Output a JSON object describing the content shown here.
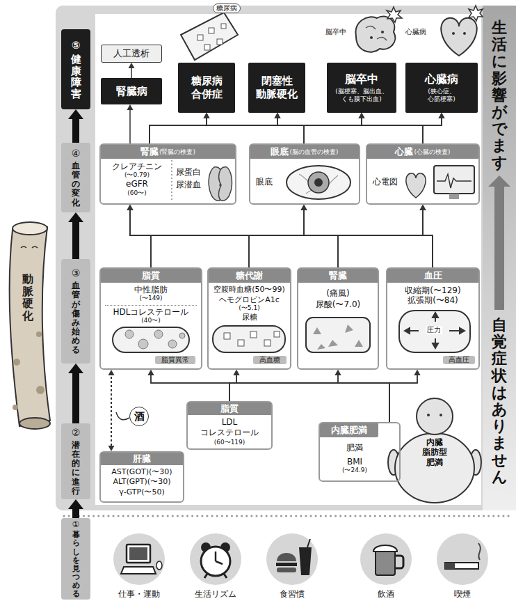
{
  "diagram": {
    "nodes": [
      {
        "text": [
          "⑤",
          "健康障害"
        ]
      },
      {
        "text": [
          "④",
          "血管の変化"
        ]
      },
      {
        "text": [
          "③",
          "血管が傷み始める"
        ]
      },
      {
        "text": [
          "②",
          "潜在的に進行"
        ]
      },
      {
        "text": [
          "①",
          "暮らしを見つめる"
        ]
      },
      {
        "text": [
          "人工透析"
        ]
      },
      {
        "text": [
          "腎臓病"
        ]
      },
      {
        "text": [
          "糖尿病 合併症"
        ]
      },
      {
        "text": [
          "閉塞性 動脈硬化"
        ]
      },
      {
        "text": [
          "脳卒中",
          "(脳梗塞、脳出血、 くも膜下出血)"
        ]
      },
      {
        "text": [
          "心臓病",
          "(狭心症、 心筋梗塞)"
        ]
      },
      {
        "text": [
          "腎臓",
          "(腎臓の検査)",
          "クレアチニン",
          "(〜0.79)",
          "eGFR",
          "(60〜)",
          "尿蛋白",
          "尿潜血"
        ]
      },
      {
        "text": [
          "眼底",
          "(脳の血管の検査)",
          "眼底"
        ]
      },
      {
        "text": [
          "心臓",
          "(心臓の検査)",
          "心電図"
        ]
      },
      {
        "text": [
          "脂質",
          "中性脂肪",
          "(〜149)",
          "HDLコレステロール",
          "(40〜)",
          "脂質異常"
        ]
      },
      {
        "text": [
          "糖代謝",
          "空腹時血糖(50〜99)",
          "ヘモグロビンA1c",
          "(〜5.1)",
          "尿糖",
          "高血糖"
        ]
      },
      {
        "text": [
          "腎臓",
          "(痛風)",
          "尿酸(〜7.0)"
        ]
      },
      {
        "text": [
          "血圧",
          "収縮期(〜129)",
          "拡張期(〜84)",
          "圧力",
          "高血圧"
        ]
      },
      {
        "text": [
          "脂質",
          "LDL コレステロール",
          "(60〜119)"
        ]
      },
      {
        "text": [
          "肝臓",
          "AST(GOT)(〜30)",
          "ALT(GPT)(〜30)",
          "γ-GTP(〜50)"
        ]
      },
      {
        "text": [
          "内臓肥満",
          "肥満",
          "BMI",
          "(〜24.9)"
        ]
      },
      {
        "text": [
          "酒"
        ]
      }
    ],
    "edges": [
      {
        "from": 4,
        "to": 3,
        "arrow": "to"
      },
      {
        "from": 3,
        "to": 2,
        "arrow": "to"
      },
      {
        "from": 2,
        "to": 1,
        "arrow": "to"
      },
      {
        "from": 1,
        "to": 0,
        "arrow": "to"
      },
      {
        "from": 6,
        "to": 5,
        "arrow": "to"
      },
      {
        "from": 11,
        "to": 6,
        "arrow": "to"
      },
      {
        "from": 11,
        "to": 7,
        "arrow": "to"
      },
      {
        "from": 11,
        "to": 8,
        "arrow": "to"
      },
      {
        "from": 11,
        "to": 9,
        "arrow": "to"
      },
      {
        "from": 11,
        "to": 10,
        "arrow": "to"
      },
      {
        "from": 12,
        "to": 7,
        "arrow": "to"
      },
      {
        "from": 12,
        "to": 8,
        "arrow": "to"
      },
      {
        "from": 12,
        "to": 9,
        "arrow": "to"
      },
      {
        "from": 12,
        "to": 10,
        "arrow": "to"
      },
      {
        "from": 13,
        "to": 7,
        "arrow": "to"
      },
      {
        "from": 13,
        "to": 8,
        "arrow": "to"
      },
      {
        "from": 13,
        "to": 9,
        "arrow": "to"
      },
      {
        "from": 13,
        "to": 10,
        "arrow": "to"
      },
      {
        "from": 14,
        "to": 11,
        "arrow": "to"
      },
      {
        "from": 14,
        "to": 12,
        "arrow": "to"
      },
      {
        "from": 14,
        "to": 13,
        "arrow": "to"
      },
      {
        "from": 15,
        "to": 11,
        "arrow": "to"
      },
      {
        "from": 15,
        "to": 12,
        "arrow": "to"
      },
      {
        "from": 15,
        "to": 13,
        "arrow": "to"
      },
      {
        "from": 16,
        "to": 11,
        "arrow": "to"
      },
      {
        "from": 16,
        "to": 12,
        "arrow": "to"
      },
      {
        "from": 16,
        "to": 13,
        "arrow": "to"
      },
      {
        "from": 17,
        "to": 11,
        "arrow": "to"
      },
      {
        "from": 17,
        "to": 12,
        "arrow": "to"
      },
      {
        "from": 17,
        "to": 13,
        "arrow": "to"
      },
      {
        "from": 18,
        "to": 14,
        "arrow": "to"
      },
      {
        "from": 18,
        "to": 15,
        "arrow": "to"
      },
      {
        "from": 18,
        "to": 16,
        "arrow": "to"
      },
      {
        "from": 18,
        "to": 17,
        "arrow": "to"
      },
      {
        "from": 20,
        "to": 14,
        "arrow": "to"
      },
      {
        "from": 20,
        "to": 15,
        "arrow": "to"
      },
      {
        "from": 20,
        "to": 16,
        "arrow": "to"
      },
      {
        "from": 20,
        "to": 17,
        "arrow": "to"
      },
      {
        "from": 19,
        "to": 14,
        "arrow": "both"
      }
    ],
    "labels": [
      "糖尿病",
      "脳卒中",
      "心臓病",
      "動脈硬化",
      "生活に影響がでます",
      "自覚症状はありません",
      "内臓 脂肪型 肥満",
      "仕事・運動",
      "生活リズム",
      "食習慣",
      "飲酒",
      "喫煙"
    ]
  }
}
